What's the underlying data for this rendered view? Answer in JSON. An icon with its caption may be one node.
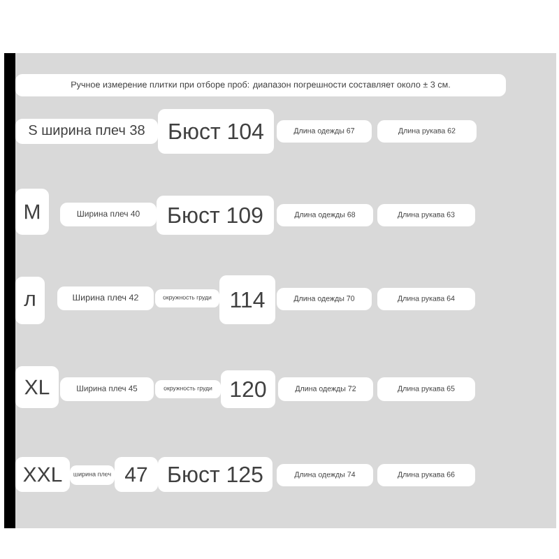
{
  "diagram": {
    "nodes": [
      {
        "text": [
          "Ручное измерение плитки при отборе проб: диапазон погрешности составляет около ± 3 см."
        ]
      },
      {
        "text": [
          "S ширина плеч 38"
        ]
      },
      {
        "text": [
          "Бюст 104"
        ]
      },
      {
        "text": [
          "Длина одежды 67"
        ]
      },
      {
        "text": [
          "Длина рукава 62"
        ]
      },
      {
        "text": [
          "M"
        ]
      },
      {
        "text": [
          "Ширина плеч 40"
        ]
      },
      {
        "text": [
          "Бюст 109"
        ]
      },
      {
        "text": [
          "Длина одежды 68"
        ]
      },
      {
        "text": [
          "Длина рукава 63"
        ]
      },
      {
        "text": [
          "л"
        ]
      },
      {
        "text": [
          "Ширина плеч 42"
        ]
      },
      {
        "text": [
          "окружность груди"
        ]
      },
      {
        "text": [
          "114"
        ]
      },
      {
        "text": [
          "Длина одежды 70"
        ]
      },
      {
        "text": [
          "Длина рукава 64"
        ]
      },
      {
        "text": [
          "XL"
        ]
      },
      {
        "text": [
          "Ширина плеч 45"
        ]
      },
      {
        "text": [
          "окружность груди"
        ]
      },
      {
        "text": [
          "120"
        ]
      },
      {
        "text": [
          "Длина одежды 72"
        ]
      },
      {
        "text": [
          "Длина рукава 65"
        ]
      },
      {
        "text": [
          "XXL"
        ]
      },
      {
        "text": [
          "ширина плеч"
        ]
      },
      {
        "text": [
          "47"
        ]
      },
      {
        "text": [
          "Бюст 125"
        ]
      },
      {
        "text": [
          "Длина одежды 74"
        ]
      },
      {
        "text": [
          "Длина рукава 66"
        ]
      }
    ]
  }
}
